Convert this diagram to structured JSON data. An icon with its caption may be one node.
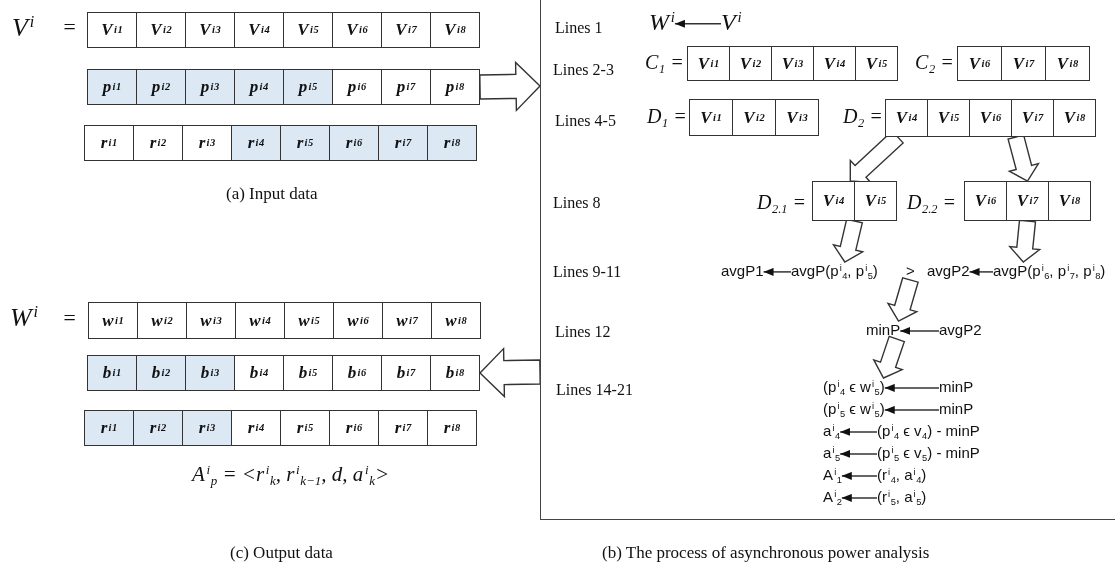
{
  "diagram": {
    "nodes": [
      {
        "text": [
          "V$^{i}$$_{1}$",
          "V$^{i}$$_{2}$",
          "V$^{i}$$_{3}$",
          "V$^{i}$$_{4}$",
          "V$^{i}$$_{5}$",
          "V$^{i}$$_{6}$",
          "V$^{i}$$_{7}$",
          "V$^{i}$$_{8}$"
        ],
        "beside": [
          "V$^{i}$",
          "="
        ]
      },
      {
        "text": [
          "p$^{i}$$_{1}$",
          "p$^{i}$$_{2}$",
          "p$^{i}$$_{3}$",
          "p$^{i}$$_{4}$",
          "p$^{i}$$_{5}$",
          "p$^{i}$$_{6}$",
          "p$^{i}$$_{7}$",
          "p$^{i}$$_{8}$"
        ]
      },
      {
        "text": [
          "r$^{i}$$_{1}$",
          "r$^{i}$$_{2}$",
          "r$^{i}$$_{3}$",
          "r$^{i}$$_{4}$",
          "r$^{i}$$_{5}$",
          "r$^{i}$$_{6}$",
          "r$^{i}$$_{7}$",
          "r$^{i}$$_{8}$"
        ]
      },
      {
        "text": [],
        "shape": "box"
      },
      {
        "text": [
          "W$^{i}$"
        ],
        "in": 3
      },
      {
        "text": [
          "V$^{i}$"
        ],
        "in": 3
      },
      {
        "text": [
          "V$^{i}$$_{1}$",
          "V$^{i}$$_{2}$",
          "V$^{i}$$_{3}$",
          "V$^{i}$$_{4}$",
          "V$^{i}$$_{5}$"
        ],
        "in": 3,
        "beside": [
          "C$_{1}$ ="
        ]
      },
      {
        "text": [
          "V$^{i}$$_{6}$",
          "V$^{i}$$_{7}$",
          "V$^{i}$$_{8}$"
        ],
        "in": 3,
        "beside": [
          "C$_{2}$ ="
        ]
      },
      {
        "text": [
          "V$^{i}$$_{1}$",
          "V$^{i}$$_{2}$",
          "V$^{i}$$_{3}$"
        ],
        "in": 3,
        "beside": [
          "D$_{1}$ ="
        ]
      },
      {
        "text": [
          "V$^{i}$$_{4}$",
          "V$^{i}$$_{5}$",
          "V$^{i}$$_{6}$",
          "V$^{i}$$_{7}$",
          "V$^{i}$$_{8}$"
        ],
        "in": 3,
        "beside": [
          "D$_{2}$ ="
        ]
      },
      {
        "text": [
          "V$^{i}$$_{4}$",
          "V$^{i}$$_{5}$"
        ],
        "in": 3,
        "beside": [
          "D$_{2.1}$ ="
        ]
      },
      {
        "text": [
          "V$^{i}$$_{6}$",
          "V$^{i}$$_{7}$",
          "V$^{i}$$_{8}$"
        ],
        "in": 3,
        "beside": [
          "D$_{2.2}$ ="
        ]
      },
      {
        "text": [
          "avgP1"
        ],
        "in": 3
      },
      {
        "text": [
          "avgP(p$^{i}$$_{4}$, p$^{i}$$_{5}$)"
        ],
        "in": 3
      },
      {
        "text": [
          ">"
        ],
        "in": 3
      },
      {
        "text": [
          "avgP2"
        ],
        "in": 3
      },
      {
        "text": [
          "avgP(p$^{i}$$_{6}$, p$^{i}$$_{7}$, p$^{i}$$_{8}$)"
        ],
        "in": 3
      },
      {
        "text": [
          "minP"
        ],
        "in": 3
      },
      {
        "text": [
          "avgP2"
        ],
        "in": 3
      },
      {
        "text": [
          "(p$^{i}$$_{4}$ ϵ w$^{i}$$_{5}$)"
        ],
        "in": 3
      },
      {
        "text": [
          "minP"
        ],
        "in": 3
      },
      {
        "text": [
          "(p$^{i}$$_{5}$ ϵ w$^{i}$$_{5}$)"
        ],
        "in": 3
      },
      {
        "text": [
          "minP"
        ],
        "in": 3
      },
      {
        "text": [
          "a$^{i}$$_{4}$"
        ],
        "in": 3
      },
      {
        "text": [
          "(p$^{i}$$_{4}$ ϵ v$_{4}$) - minP"
        ],
        "in": 3
      },
      {
        "text": [
          "a$^{i}$$_{5}$"
        ],
        "in": 3
      },
      {
        "text": [
          "(p$^{i}$$_{5}$ ϵ v$_{5}$) - minP"
        ],
        "in": 3
      },
      {
        "text": [
          "A$^{i}$$_{1}$"
        ],
        "in": 3
      },
      {
        "text": [
          "(r$^{i}$$_{4}$, a$^{i}$$_{4}$)"
        ],
        "in": 3
      },
      {
        "text": [
          "A$^{i}$$_{2}$"
        ],
        "in": 3
      },
      {
        "text": [
          "(r$^{i}$$_{5}$, a$^{i}$$_{5}$)"
        ],
        "in": 3
      },
      {
        "text": [
          "w$^{i}$$_{1}$",
          "w$^{i}$$_{2}$",
          "w$^{i}$$_{3}$",
          "w$^{i}$$_{4}$",
          "w$^{i}$$_{5}$",
          "w$^{i}$$_{6}$",
          "w$^{i}$$_{7}$",
          "w$^{i}$$_{8}$"
        ],
        "beside": [
          "W$^{i}$",
          "="
        ]
      },
      {
        "text": [
          "b$^{i}$$_{1}$",
          "b$^{i}$$_{2}$",
          "b$^{i}$$_{3}$",
          "b$^{i}$$_{4}$",
          "b$^{i}$$_{5}$",
          "b$^{i}$$_{6}$",
          "b$^{i}$$_{7}$",
          "b$^{i}$$_{8}$"
        ]
      },
      {
        "text": [
          "r$^{i}$$_{1}$",
          "r$^{i}$$_{2}$",
          "r$^{i}$$_{3}$",
          "r$^{i}$$_{4}$",
          "r$^{i}$$_{5}$",
          "r$^{i}$$_{6}$",
          "r$^{i}$$_{7}$",
          "r$^{i}$$_{8}$"
        ]
      }
    ],
    "edges": [
      {
        "from": 1,
        "to": 3,
        "arrow": "to",
        "style": "thick"
      },
      {
        "from": 3,
        "to": 32,
        "arrow": "to",
        "style": "thick"
      },
      {
        "from": 5,
        "to": 4,
        "arrow": "to"
      },
      {
        "from": 9,
        "to": 10,
        "arrow": "to",
        "style": "thick"
      },
      {
        "from": 9,
        "to": 11,
        "arrow": "to",
        "style": "thick"
      },
      {
        "from": 10,
        "to": 13,
        "arrow": "to",
        "style": "thick"
      },
      {
        "from": 11,
        "to": 16,
        "arrow": "to",
        "style": "thick"
      },
      {
        "from": 13,
        "to": 12,
        "arrow": "to"
      },
      {
        "from": 16,
        "to": 15,
        "arrow": "to"
      },
      {
        "from": 14,
        "to": 17,
        "arrow": "to",
        "style": "thick"
      },
      {
        "from": 18,
        "to": 17,
        "arrow": "to"
      },
      {
        "from": 17,
        "to": 19,
        "arrow": "to",
        "style": "thick"
      },
      {
        "from": 20,
        "to": 19,
        "arrow": "to"
      },
      {
        "from": 22,
        "to": 21,
        "arrow": "to"
      },
      {
        "from": 24,
        "to": 23,
        "arrow": "to"
      },
      {
        "from": 26,
        "to": 25,
        "arrow": "to"
      },
      {
        "from": 28,
        "to": 27,
        "arrow": "to"
      },
      {
        "from": 30,
        "to": 29,
        "arrow": "to"
      }
    ],
    "labels": [
      "(a) Input data",
      "Lines 1",
      "Lines 2-3",
      "Lines 4-5",
      "Lines 8",
      "Lines 9-11",
      "Lines 12",
      "Lines 14-21",
      "A$^{i}$$_{p}$ = <r$^{i}$$_{k}$, r$^{i}$$_{k−1}$, d, a$^{i}$$_{k}$>",
      "(c) Output data",
      "(b) The process of asynchronous power analysis"
    ]
  }
}
